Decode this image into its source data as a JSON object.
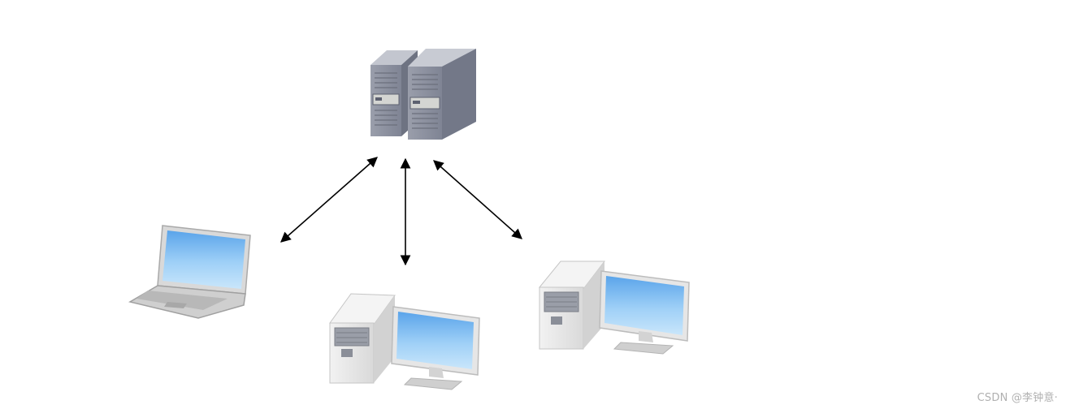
{
  "diagram": {
    "type": "network-topology",
    "nodes": [
      {
        "id": "server",
        "icon": "server-tower-icon"
      },
      {
        "id": "laptop",
        "icon": "laptop-icon"
      },
      {
        "id": "desktop-center",
        "icon": "desktop-computer-icon"
      },
      {
        "id": "desktop-right",
        "icon": "desktop-computer-icon"
      }
    ],
    "links": [
      {
        "from": "server",
        "to": "laptop",
        "direction": "bidirectional"
      },
      {
        "from": "server",
        "to": "desktop-center",
        "direction": "bidirectional"
      },
      {
        "from": "server",
        "to": "desktop-right",
        "direction": "bidirectional"
      }
    ]
  },
  "watermark": {
    "text": "CSDN @李钟意·"
  },
  "colors": {
    "background": "#ffffff",
    "server_body": "#8d919f",
    "screen": "#8ec8f4",
    "case": "#e6e6e6",
    "arrow": "#000000"
  }
}
